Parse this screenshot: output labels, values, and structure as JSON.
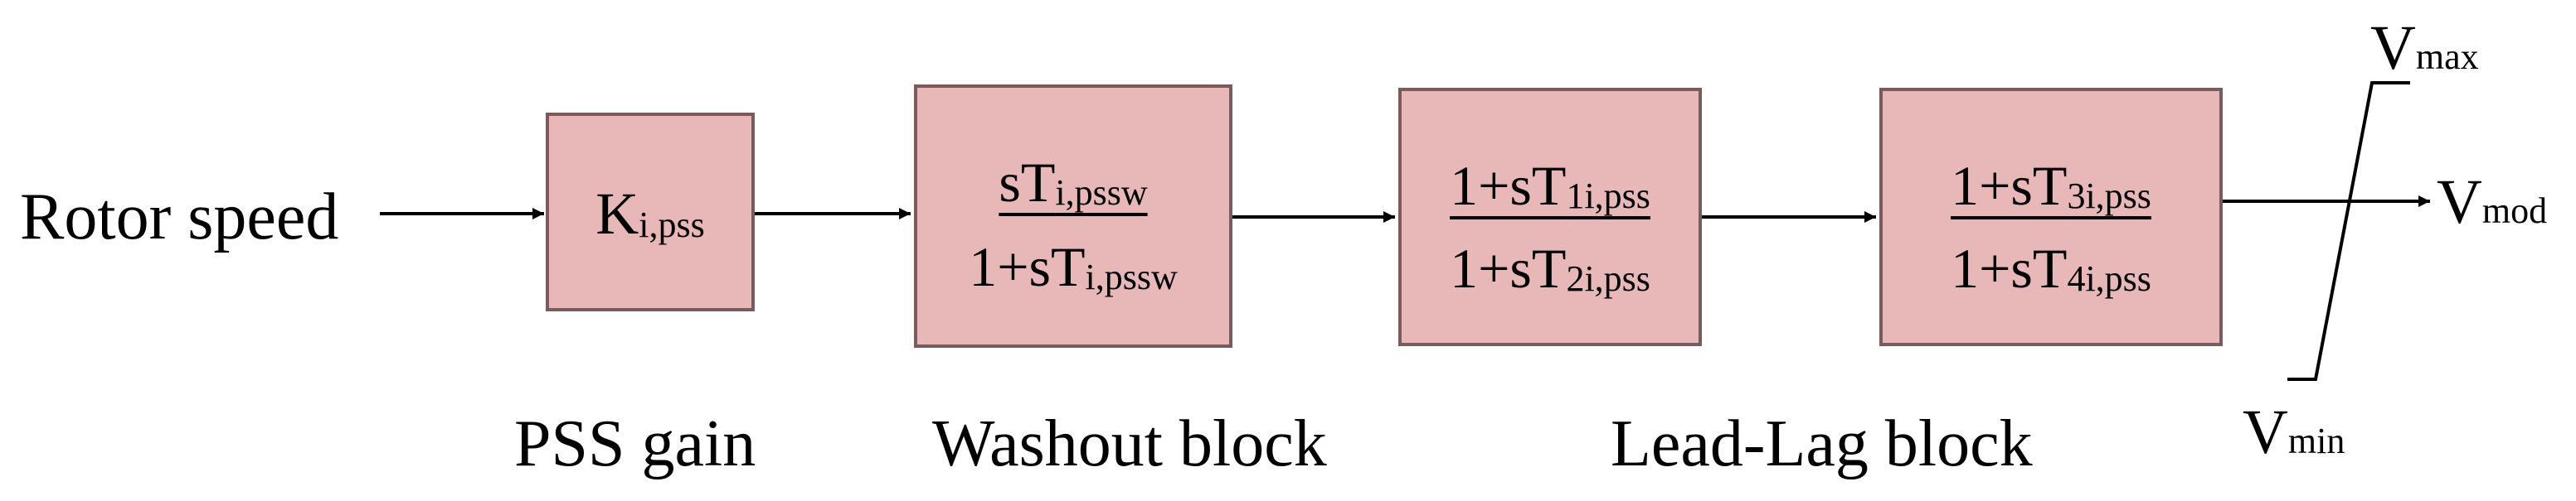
{
  "input_label": "Rotor speed",
  "gain_block": {
    "main": "K",
    "sub": "i,pss"
  },
  "washout_block": {
    "num": {
      "prefix": "sT",
      "sub": "i,pssw"
    },
    "den": {
      "prefix": "1+sT",
      "sub": "i,pssw"
    }
  },
  "leadlag1_block": {
    "num": {
      "prefix": "1+sT",
      "sub": "1i,pss"
    },
    "den": {
      "prefix": "1+sT",
      "sub": "2i,pss"
    }
  },
  "leadlag2_block": {
    "num": {
      "prefix": "1+sT",
      "sub": "3i,pss"
    },
    "den": {
      "prefix": "1+sT",
      "sub": "4i,pss"
    }
  },
  "captions": {
    "pss_gain": "PSS gain",
    "washout": "Washout block",
    "leadlag": "Lead-Lag block"
  },
  "limiter": {
    "vmax": {
      "main": "V",
      "sub": "max"
    },
    "vmin": {
      "main": "V",
      "sub": "min"
    },
    "output": {
      "main": "V",
      "sub": "mod"
    }
  }
}
